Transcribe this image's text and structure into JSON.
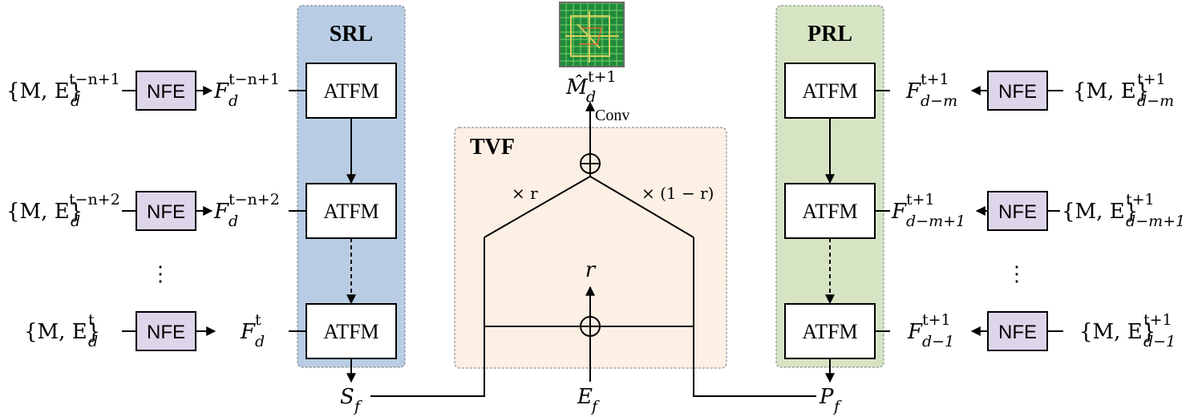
{
  "panels": {
    "srl": "SRL",
    "tvf": "TVF",
    "prl": "PRL"
  },
  "boxes": {
    "atfm": "ATFM",
    "nfe": "NFE"
  },
  "left_rows": [
    {
      "input_base": "{M, E}",
      "input_sub": "d",
      "input_sup": "t−n+1",
      "feat_base": "F",
      "feat_sub": "d",
      "feat_sup": "t−n+1"
    },
    {
      "input_base": "{M, E}",
      "input_sub": "d",
      "input_sup": "t−n+2",
      "feat_base": "F",
      "feat_sub": "d",
      "feat_sup": "t−n+2"
    },
    {
      "input_base": "{M, E}",
      "input_sub": "d",
      "input_sup": "t",
      "feat_base": "F",
      "feat_sub": "d",
      "feat_sup": "t"
    }
  ],
  "right_rows": [
    {
      "input_base": "{M, E}",
      "input_sub": "d−m",
      "input_sup": "t+1",
      "feat_base": "F",
      "feat_sub": "d−m",
      "feat_sup": "t+1"
    },
    {
      "input_base": "{M, E}",
      "input_sub": "d−m+1",
      "input_sup": "t+1",
      "feat_base": "F",
      "feat_sub": "d−m+1",
      "feat_sup": "t+1"
    },
    {
      "input_base": "{M, E}",
      "input_sub": "d−1",
      "input_sup": "t+1",
      "feat_base": "F",
      "feat_sub": "d−1",
      "feat_sup": "t+1"
    }
  ],
  "outputs": {
    "sf_base": "S",
    "sf_sub": "f",
    "ef_base": "E",
    "ef_sub": "f",
    "pf_base": "P",
    "pf_sub": "f",
    "r_label": "r",
    "weight_left": "× r",
    "weight_right": "× (1 − r)",
    "conv_label": "Conv",
    "map_base": "M̂",
    "map_sub": "d",
    "map_sup": "t+1"
  },
  "ellipsis": "⋮",
  "colors": {
    "srl_fill": "#b8cde4",
    "prl_fill": "#d6e4c4",
    "tvf_fill": "#fcefe4",
    "nfe_fill": "#ddd5ea",
    "map_bg": "#1f8a3a"
  }
}
